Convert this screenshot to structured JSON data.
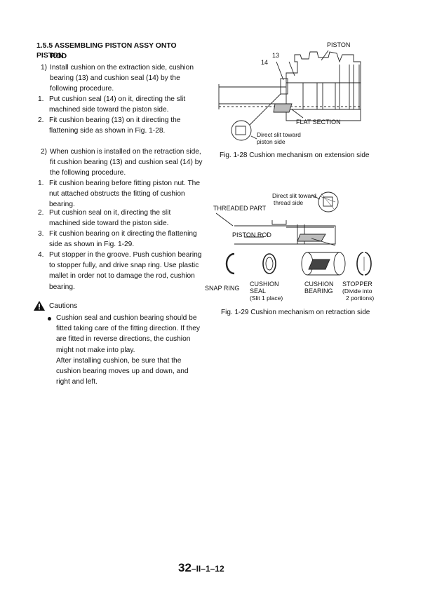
{
  "section": {
    "number": "1.5.5",
    "title_line1": "ASSEMBLING PISTON ASSY ONTO PISTON",
    "title_line2": "ROD"
  },
  "extraction": {
    "num": "1)",
    "intro": "Install cushion on the extraction side, cushion bearing (13) and cushion seal (14) by the following procedure.",
    "steps": [
      {
        "num": "1.",
        "text": "Put cushion seal (14) on it, directing the slit machined side toward the piston side."
      },
      {
        "num": "2.",
        "text": "Fit cushion bearing (13) on it directing the flattening side as shown in Fig. 1-28."
      }
    ]
  },
  "retraction": {
    "num": "2)",
    "intro": "When cushion is installed on the retraction side, fit cushion bearing (13) and cushion seal (14) by the following procedure.",
    "steps": [
      {
        "num": "1.",
        "text": "Fit cushion bearing before fitting piston nut. The nut attached obstructs the fitting of cushion bearing."
      },
      {
        "num": "2.",
        "text": "Put cushion seal on it, directing the slit machined side toward the piston side."
      },
      {
        "num": "3.",
        "text": "Fit cushion bearing on it directing the flattening side as shown in Fig. 1-29."
      },
      {
        "num": "4.",
        "text": "Put stopper in the groove. Push cushion bearing to stopper fully, and drive snap ring. Use plastic mallet in order not to damage the rod, cushion bearing."
      }
    ]
  },
  "cautions": {
    "heading": "Cautions",
    "paragraph1": "Cushion seal and cushion bearing should be fitted taking care of the fitting direction. If they are fitted in reverse directions, the cushion might not make into play.",
    "paragraph2": "After installing cushion, be sure that the cushion bearing moves up and down, and right and left."
  },
  "fig28": {
    "label_piston": "PISTON",
    "label_13": "13",
    "label_14": "14",
    "label_flat": "FLAT SECTION",
    "label_slit1": "Direct slit toward",
    "label_slit2": "piston side",
    "caption": "Fig. 1-28  Cushion mechanism on extension side"
  },
  "fig29": {
    "label_slit1": "Direct slit toward",
    "label_slit2": "thread side",
    "label_threaded": "THREADED PART",
    "label_rod": "PISTON ROD",
    "label_snap": "SNAP RING",
    "label_seal1": "CUSHION",
    "label_seal2": "SEAL",
    "label_seal3": "(Slit 1 place)",
    "label_bearing1": "CUSHION",
    "label_bearing2": "BEARING",
    "label_stopper1": "STOPPER",
    "label_stopper2": "(Divide into",
    "label_stopper3": "2 portions)",
    "caption": "Fig. 1-29  Cushion mechanism on retraction side"
  },
  "page_number": {
    "main": "32",
    "suffix": "–II–1–12"
  }
}
